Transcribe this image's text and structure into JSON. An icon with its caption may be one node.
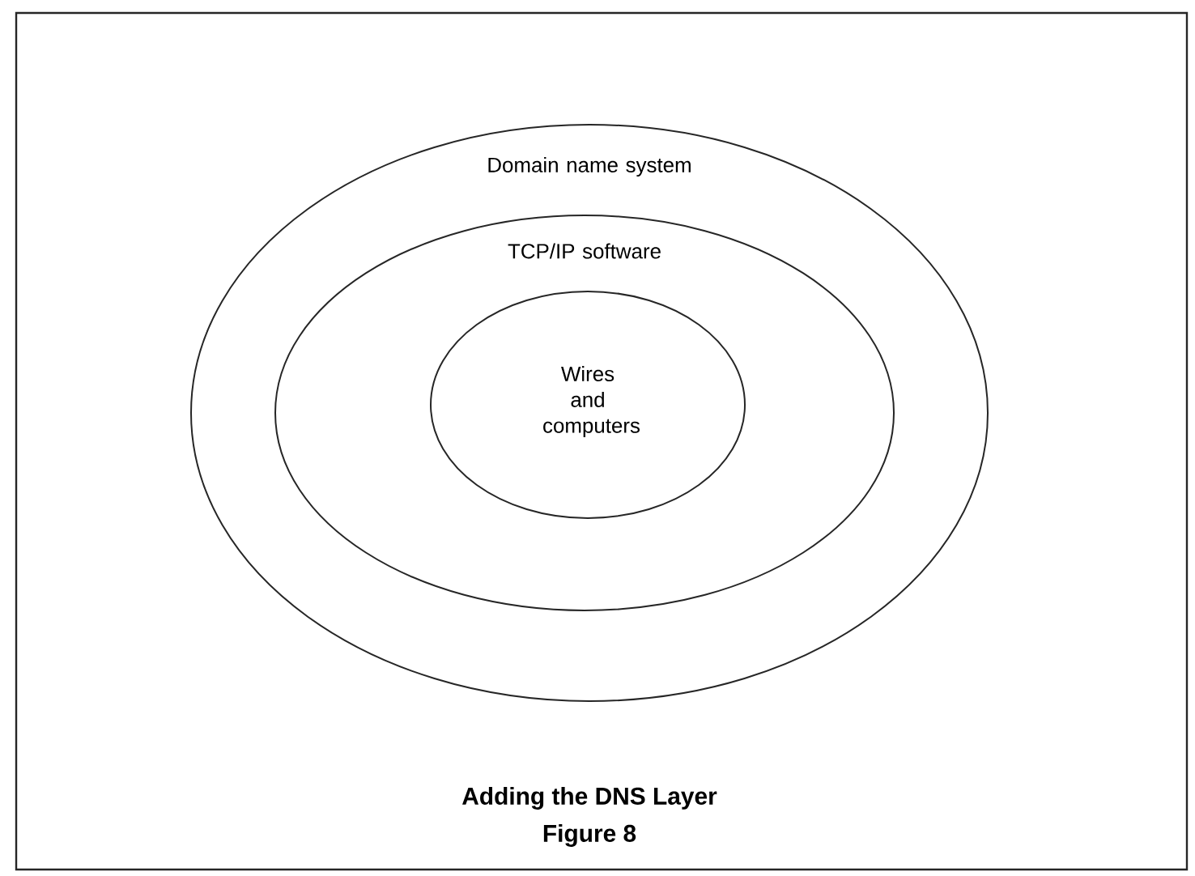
{
  "diagram": {
    "caption": "Adding the DNS Layer",
    "nodes": [
      {
        "text": [
          "Domain name system"
        ]
      },
      {
        "text": [
          "TCP/IP software"
        ],
        "in": 0
      },
      {
        "text": [
          "Wires and computers"
        ],
        "in": 1
      }
    ],
    "labels": [
      "Figure 8"
    ]
  }
}
